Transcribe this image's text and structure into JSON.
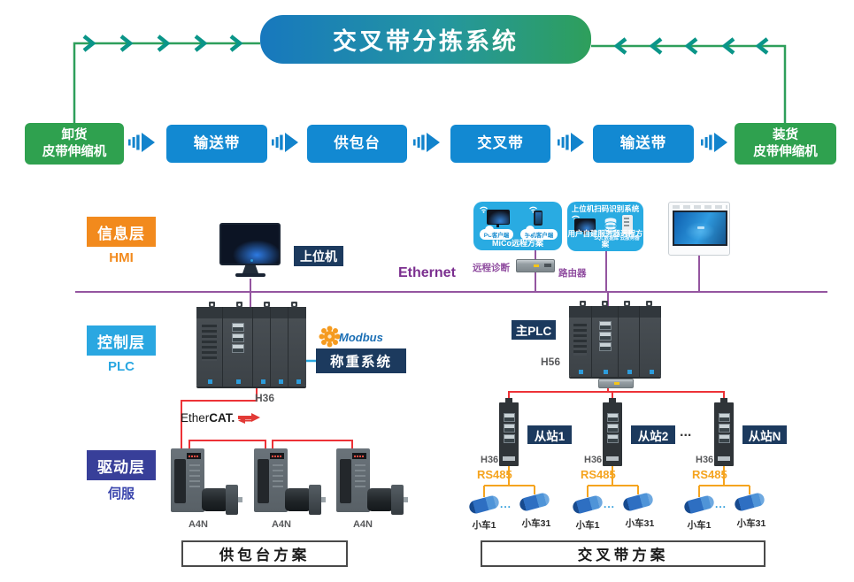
{
  "banner": {
    "title": "交叉带分拣系统"
  },
  "flow": {
    "nodes": [
      {
        "line1": "卸货",
        "line2": "皮带伸缩机"
      },
      {
        "line1": "输送带"
      },
      {
        "line1": "供包台"
      },
      {
        "line1": "交叉带"
      },
      {
        "line1": "输送带"
      },
      {
        "line1": "装货",
        "line2": "皮带伸缩机"
      }
    ]
  },
  "layers": {
    "info": {
      "title": "信息层",
      "subtitle": "HMI"
    },
    "control": {
      "title": "控制层",
      "subtitle": "PLC"
    },
    "drive": {
      "title": "驱动层",
      "subtitle": "伺服"
    }
  },
  "network": {
    "ethernet": "Ethernet",
    "remote_diag": "远程诊断",
    "router": "路由器"
  },
  "host": {
    "label": "上位机"
  },
  "mico": {
    "cloud_pc": "PC客户端",
    "cloud_phone": "手机客户端",
    "caption": "MiCo远程方案"
  },
  "user_server": {
    "title": "上位机扫码识别系统",
    "sub": "SQL数据库 云服务器",
    "caption": "用户自建服务器远程方案"
  },
  "left_station": {
    "plc_model": "H36",
    "modbus": "Modbus",
    "weighing": "称重系统",
    "ethercat_1": "Ether",
    "ethercat_2": "CAT.",
    "drive_models": [
      "A4N",
      "A4N",
      "A4N"
    ],
    "scheme": "供包台方案"
  },
  "right_station": {
    "main_plc_label": "主PLC",
    "main_plc_model": "H56",
    "slaves": [
      {
        "label": "从站1",
        "model": "H36",
        "bus": "RS485",
        "car1": "小车1",
        "car2": "小车31",
        "dots": "..."
      },
      {
        "label": "从站2",
        "model": "H36",
        "bus": "RS485",
        "car1": "小车1",
        "car2": "小车31",
        "dots": "..."
      },
      {
        "label": "从站N",
        "model": "H36",
        "bus": "RS485",
        "car1": "小车1",
        "car2": "小车31",
        "dots": "..."
      }
    ],
    "slaves_ellipsis": "...",
    "scheme": "交叉带方案"
  },
  "colors": {
    "green": "#2FA14F",
    "blue": "#1289D2",
    "orange": "#F28A1D",
    "light_blue": "#29A8E0",
    "navy": "#1C3A5E",
    "indigo": "#383F99",
    "purple": "#9455A0",
    "red": "#ED3237",
    "amber": "#F5A41F",
    "teal": "#0A9588"
  }
}
